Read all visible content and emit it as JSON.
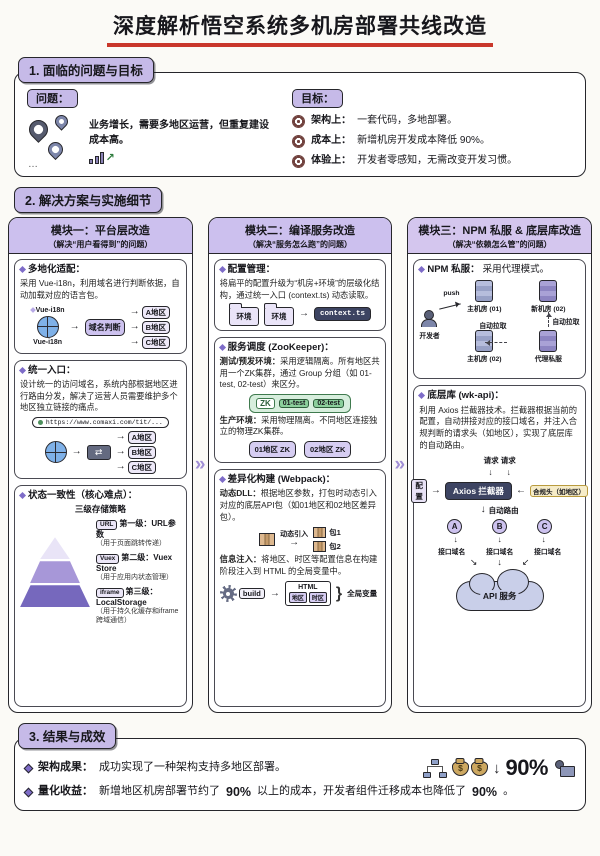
{
  "title": "深度解析悟空系统多机房部署共线改造",
  "colors": {
    "accent_purple": "#c6bae8",
    "module_header_purple": "#ccc0ee",
    "underline_red": "#c9372b",
    "zk_green": "#d7eedd",
    "dark_navy": "#3d4462",
    "pyramid_dark": "#7668bd"
  },
  "icons": {
    "arrow_right": "→",
    "arrow_left": "←",
    "arrow_down": "↓",
    "chevrons": "»",
    "trend_up": "↗",
    "dots": "…",
    "swap": "⇄",
    "brace": "}",
    "conv_left": "↘",
    "conv_right": "↙",
    "map_pin_icon": "css-pin-shape",
    "target_icon": "css-concentric-circles",
    "globe_icon": "css-globe-circle",
    "server_icon": "css-striped-box",
    "cloud_icon": "css-cloud",
    "money_bag_icon": "css-bag",
    "gear_icon": "css-gear"
  },
  "section1": {
    "header": "1. 面临的问题与目标",
    "problem": {
      "label": "问题：",
      "text": "业务增长，需要多地区运营，但重复建设成本高。"
    },
    "goal": {
      "label": "目标：",
      "items": [
        {
          "prefix": "架构上：",
          "text": "一套代码，多地部署。"
        },
        {
          "prefix": "成本上：",
          "text": "新增机房开发成本降低 90%。"
        },
        {
          "prefix": "体验上：",
          "text": "开发者零感知，无需改变开发习惯。"
        }
      ]
    }
  },
  "section2": {
    "header": "2. 解决方案与实施细节",
    "m1": {
      "title": "模块一：平台层改造",
      "subtitle": "（解决“用户看得到”的问题）",
      "b1": {
        "title": "多地化适配：",
        "text": "采用 Vue-i18n，利用域名进行判断依据，自动加载对应的语言包。",
        "vue_label": "Vue-i18n",
        "vue_label2": "Vue-i18n",
        "judge": "域名判断",
        "regions": [
          "A地区",
          "B地区",
          "C地区"
        ]
      },
      "b2": {
        "title": "统一入口：",
        "text": "设计统一的访问域名，系统内部根据地区进行路由分发，解决了运营人员需要维护多个地区独立链接的痛点。",
        "url": "https://www.comaxi.com/tit/...",
        "regions": [
          "A地区",
          "B地区",
          "C地区"
        ]
      },
      "b3": {
        "title": "状态一致性（核心难点）：",
        "subtitle": "三级存储策略",
        "levels": [
          {
            "chip": "URL",
            "name": "第一级：URL参数",
            "desc": "（用于页面跳转传递）"
          },
          {
            "chip": "Vuex",
            "name": "第二级：Vuex Store",
            "desc": "（用于应用内状态管理）"
          },
          {
            "chip": "iframe",
            "name": "第三级：LocalStorage",
            "desc": "（用于持久化缓存和iframe跨域通信）"
          }
        ]
      }
    },
    "m2": {
      "title": "模块二：编译服务改造",
      "subtitle": "（解决“服务怎么跑”的问题）",
      "b1": {
        "title": "配置管理：",
        "text": "将扁平的配置升级为“机房+环境”的层级化结构，通过统一入口 (context.ts) 动态读取。",
        "env1": "环境",
        "env2": "环境",
        "context": "context.ts"
      },
      "b2": {
        "title": "服务调度 (ZooKeeper)：",
        "lead1": "测试/预发环境：",
        "rest1": "采用逻辑隔离。所有地区共用一个ZK集群，通过 Group 分组（如 01-test, 02-test）来区分。",
        "zk": "ZK",
        "groups": [
          "01-test",
          "02-test"
        ],
        "lead2": "生产环境：",
        "rest2": "采用物理隔离。不同地区连接独立的物理ZK集群。",
        "prod": [
          "01地区 ZK",
          "02地区 ZK"
        ]
      },
      "b3": {
        "title": "差异化构建 (Webpack)：",
        "lead1": "动态DLL：",
        "rest1": "根据地区参数，打包时动态引入对应的底层API包（如01地区和02地区差异包）。",
        "inject_label": "动态引入",
        "pkgs": [
          "包1",
          "包2"
        ],
        "lead2": "信息注入：",
        "rest2": "将地区、时区等配置信息在构建阶段注入到 HTML 的全局变量中。",
        "build": "build",
        "html": "HTML",
        "html_items": [
          "地区",
          "时区"
        ],
        "global": "全局变量"
      }
    },
    "m3": {
      "title": "模块三：NPM 私服 & 底层库改造",
      "subtitle": "（解决“依赖怎么管”的问题）",
      "b1": {
        "title": "NPM 私服：",
        "text": "采用代理模式。",
        "developer": "开发者",
        "push": "push",
        "servers": [
          "主机房 (01)",
          "新机房 (02)",
          "主机房 (02)",
          "代理私服"
        ],
        "pull1": "自动拉取",
        "pull2": "自动拉取"
      },
      "b2": {
        "title": "底层库 (wk-api)：",
        "text": "利用 Axios 拦截器技术。拦截器根据当前的配置，自动拼接对应的接口域名，并注入合规判断的请求头（如地区），实现了底层库的自动路由。",
        "req": "请求 请求",
        "config": "配置",
        "interceptor": "Axios 拦截器",
        "header": "合规头（如地区）",
        "route": "自动路由",
        "nodes": [
          "A",
          "B",
          "C"
        ],
        "domains": [
          "接口域名",
          "接口域名",
          "接口域名"
        ],
        "api": "API 服务"
      }
    }
  },
  "section3": {
    "header": "3. 结果与成效",
    "r1": {
      "label": "架构成果：",
      "text": "成功实现了一种架构支持多地区部署。"
    },
    "r2": {
      "label": "量化收益：",
      "parts": {
        "t1": "新增地区机房部署节约了 ",
        "b1": "90%",
        "t2": " 以上的成本，开发者组件迁移成本也降低了 ",
        "b2": "90%",
        "t3": "。"
      }
    },
    "badge": {
      "arrow": "↓",
      "value": "90%",
      "bag_symbol": "$"
    }
  }
}
